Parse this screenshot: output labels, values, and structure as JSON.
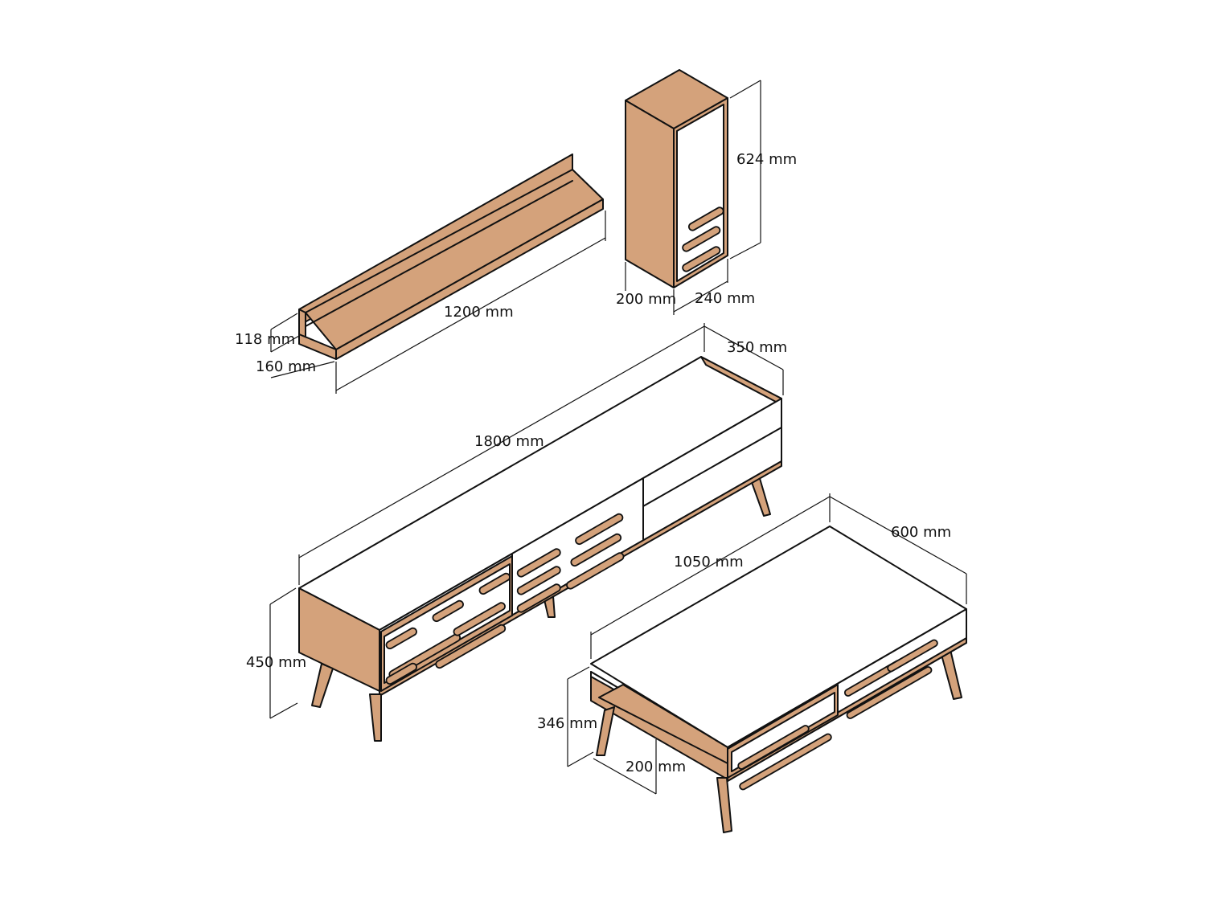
{
  "colors": {
    "wood": "#d4a27b",
    "white": "#ffffff",
    "line": "#111111"
  },
  "dimensions": {
    "shelf_length": "1200 mm",
    "shelf_height": "118 mm",
    "shelf_depth": "160 mm",
    "cabinet_height": "624 mm",
    "cabinet_depth": "200 mm",
    "cabinet_width": "240 mm",
    "tv_length": "1800 mm",
    "tv_depth": "350 mm",
    "tv_height": "450 mm",
    "table_length": "1050 mm",
    "table_width": "600 mm",
    "table_height": "346 mm",
    "table_shelf_depth": "200 mm"
  }
}
